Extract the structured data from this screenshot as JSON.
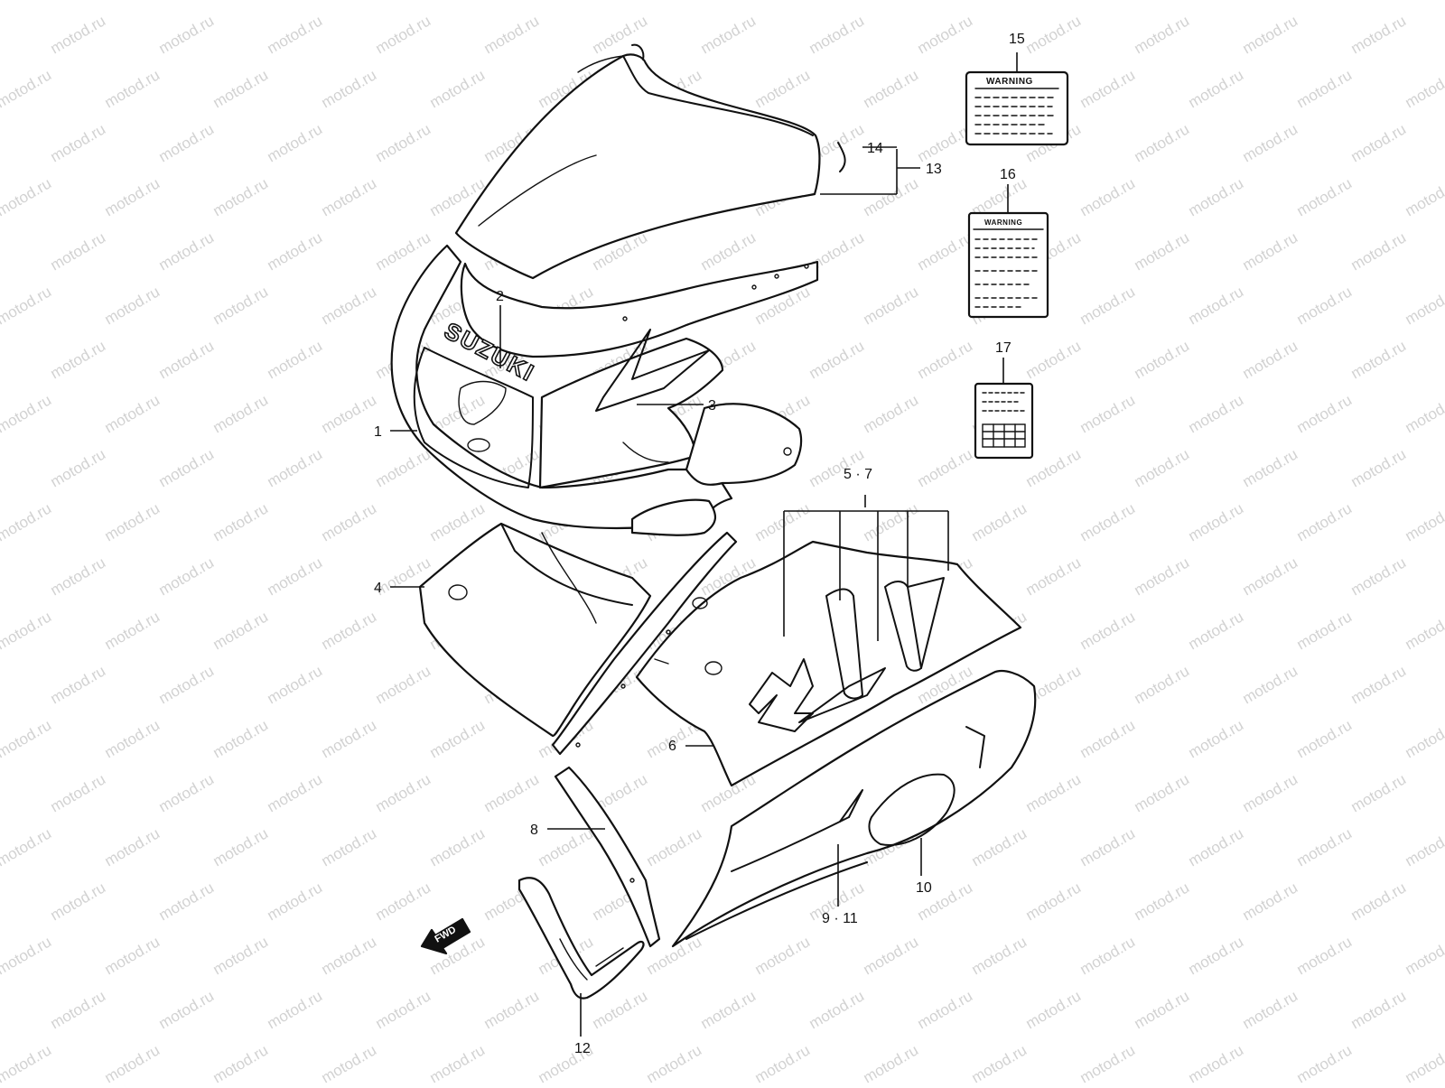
{
  "watermark": {
    "text": "motod.ru",
    "color": "#d2d2d2"
  },
  "logo_text": "SUZUKI",
  "direction_arrow": {
    "label": "FWD",
    "icon": "forward-arrow-icon"
  },
  "decals": {
    "warning_label_15": "WARNING",
    "warning_label_16": "WARNING"
  },
  "callouts": {
    "c1": "1",
    "c2": "2",
    "c3": "3",
    "c4": "4",
    "c5_7": "5 · 7",
    "c6": "6",
    "c8": "8",
    "c9_11": "9 · 11",
    "c10": "10",
    "c12": "12",
    "c13": "13",
    "c14": "14",
    "c15": "15",
    "c16": "16",
    "c17": "17"
  }
}
